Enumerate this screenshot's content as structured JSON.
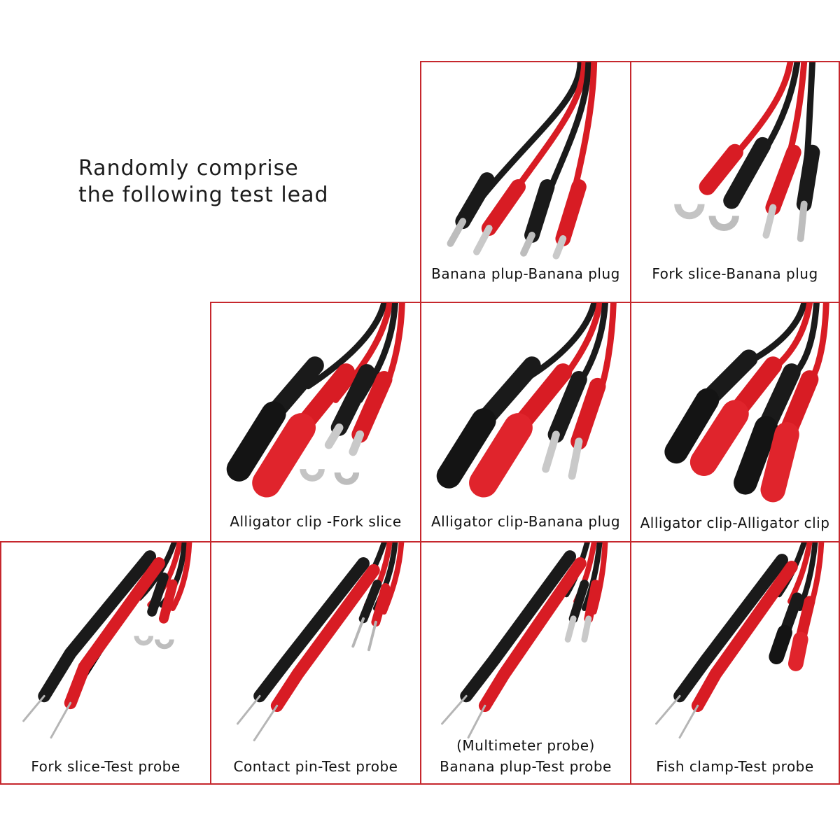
{
  "heading": {
    "line1": "Randomly comprise",
    "line2": "the following test lead"
  },
  "colors": {
    "border": "#c6272d",
    "lead_red": "#d81c24",
    "lead_black": "#1a1a1a",
    "metal": "#c9c9c9"
  },
  "cells": [
    {
      "caption": "Banana plup-Banana plug"
    },
    {
      "caption": "Fork slice-Banana plug"
    },
    {
      "caption": "Alligator clip -Fork slice"
    },
    {
      "caption": "Alligator clip-Banana plug"
    },
    {
      "caption": "Alligator clip-Alligator clip"
    },
    {
      "caption": "Fork slice-Test probe"
    },
    {
      "caption": "Contact pin-Test probe"
    },
    {
      "caption": "Banana plup-Test probe",
      "note": "(Multimeter  probe)"
    },
    {
      "caption": "Fish clamp-Test probe"
    }
  ]
}
